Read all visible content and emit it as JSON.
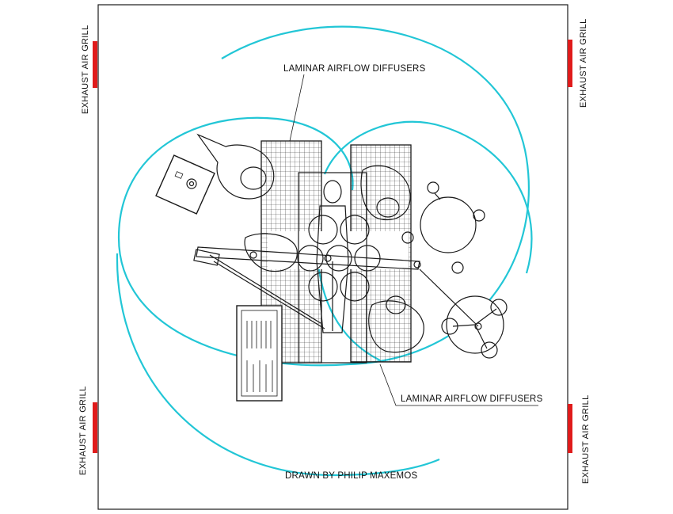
{
  "labels": {
    "diffusers_top": "LAMINAR AIRFLOW DIFFUSERS",
    "diffusers_bottom": "LAMINAR AIRFLOW DIFFUSERS",
    "credit": "DRAWN BY PHILIP MAXEMOS",
    "grill_top_left": "EXHAUST AIR GRILL",
    "grill_top_right": "EXHAUST AIR GRILL",
    "grill_bottom_left": "EXHAUST AIR GRILL",
    "grill_bottom_right": "EXHAUST AIR GRILL"
  },
  "colors": {
    "airflow": "#22c6d6",
    "exhaust_grill": "#e01b1b",
    "line": "#1a1a1a"
  }
}
